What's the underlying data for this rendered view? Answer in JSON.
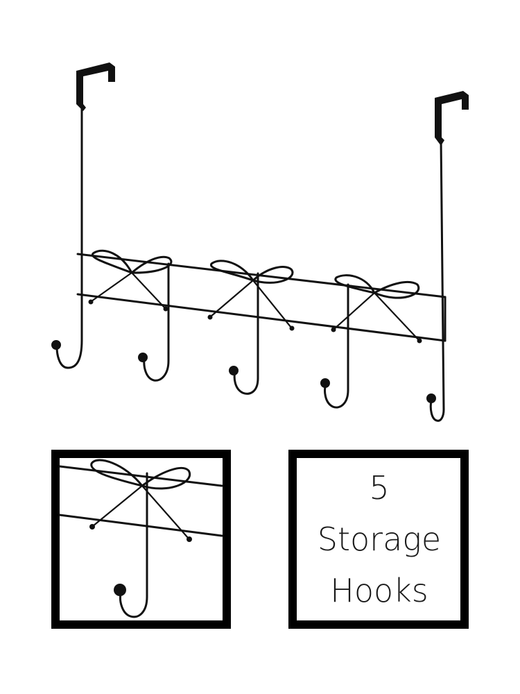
{
  "product": {
    "caption_lines": [
      "5",
      "Storage",
      "Hooks"
    ],
    "wire_color": "#111111",
    "frame_color": "#000000",
    "background_color": "#ffffff",
    "hook_count": 5
  },
  "icons": {
    "main": "over-door-bow-hook-rack",
    "detail": "bow-hook-closeup"
  }
}
